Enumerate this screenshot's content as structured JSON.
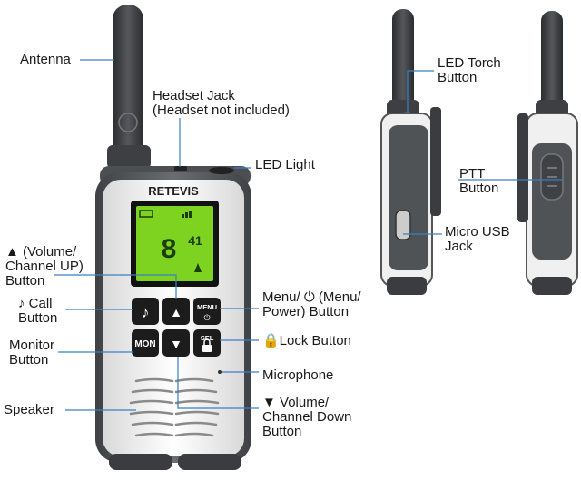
{
  "brand": "RETEVIS",
  "lcd": {
    "channel": "8",
    "code": "41"
  },
  "keys": {
    "call": "♪",
    "up": "▲",
    "menu_line1": "MENU",
    "menu_line2": "⏻",
    "mon": "MON",
    "down": "▼",
    "sel_line1": "SEL",
    "sel_line2": "🔒"
  },
  "labels": {
    "antenna": [
      "Antenna"
    ],
    "headset_jack": [
      "Headset Jack",
      "(Headset not included)"
    ],
    "led_light": [
      "LED Light"
    ],
    "volume_up": [
      "▲ (Volume/",
      "Channel UP)",
      "Button"
    ],
    "call": [
      "♪ Call",
      "Button"
    ],
    "monitor": [
      "Monitor",
      "Button"
    ],
    "speaker": [
      "Speaker"
    ],
    "menu_power": [
      "Menu/ ⏻ (Menu/",
      "Power) Button"
    ],
    "lock": [
      "🔒Lock Button"
    ],
    "microphone": [
      "Microphone"
    ],
    "volume_down": [
      "▼ Volume/",
      "Channel Down",
      "Button"
    ],
    "led_torch": [
      "LED Torch",
      "Button"
    ],
    "ptt": [
      "PTT",
      "Button"
    ],
    "micro_usb": [
      "Micro USB",
      "Jack"
    ]
  },
  "colors": {
    "body_gray": "#5a5d60",
    "body_white": "#f4f4f4",
    "lcd_green": "#7ed321",
    "key_black": "#1c1c1c",
    "leader_blue": "#3a7fc4"
  }
}
